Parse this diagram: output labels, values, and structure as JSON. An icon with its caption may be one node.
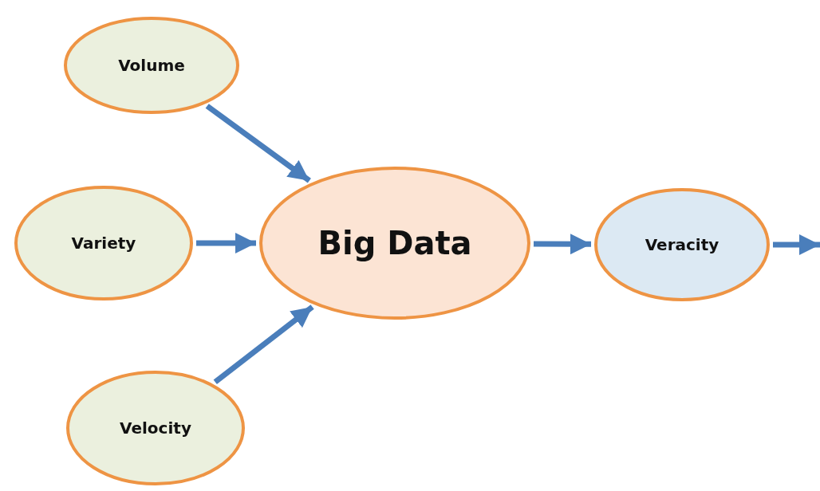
{
  "diagram": {
    "nodes": [
      {
        "text": [
          "Volume"
        ]
      },
      {
        "text": [
          "Variety"
        ]
      },
      {
        "text": [
          "Big Data"
        ]
      },
      {
        "text": [
          "Veracity"
        ]
      },
      {
        "text": [
          "Velocity"
        ]
      }
    ],
    "edges": [
      {
        "from": 0,
        "to": 2,
        "arrow": "to"
      },
      {
        "from": 1,
        "to": 2,
        "arrow": "to"
      },
      {
        "from": 4,
        "to": 2,
        "arrow": "to"
      },
      {
        "from": 2,
        "to": 3,
        "arrow": "to"
      },
      {
        "from": 3,
        "to": null,
        "arrow": "to"
      }
    ]
  }
}
